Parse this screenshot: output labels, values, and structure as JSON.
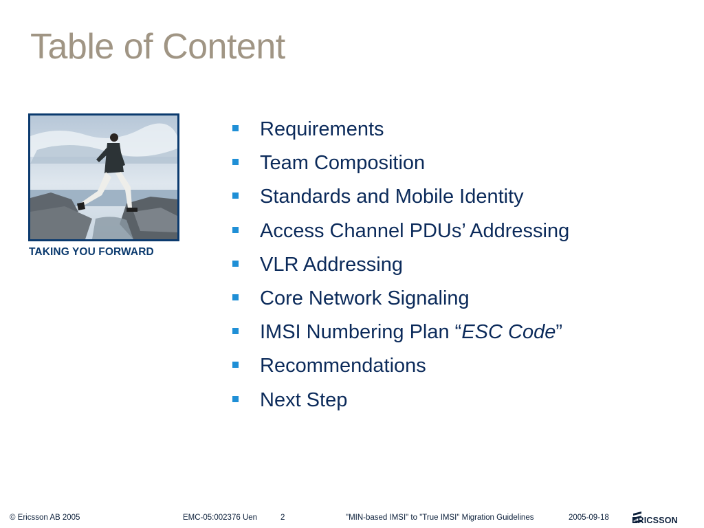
{
  "slide": {
    "title": "Table of Content",
    "tagline": "TAKING YOU FORWARD",
    "bullets": [
      "Requirements",
      "Team Composition",
      "Standards and Mobile Identity",
      "Access Channel PDUs’ Addressing",
      "VLR Addressing",
      "Core Network Signaling",
      {
        "prefix": "IMSI Numbering Plan “",
        "italic": "ESC Code",
        "suffix": "”"
      },
      "Recommendations",
      "Next Step"
    ]
  },
  "footer": {
    "copyright": "© Ericsson AB 2005",
    "doc_number": "EMC-05:002376 Uen",
    "page_number": "2",
    "doc_title": "\"MIN-based IMSI\" to \"True IMSI\" Migration Guidelines",
    "date": "2005-09-18",
    "logo_text": "ERICSSON"
  },
  "colors": {
    "title": "#a09584",
    "bullet_text": "#0b2a5a",
    "bullet_marker": "#1f8fd6",
    "frame": "#0b3a6e"
  },
  "icons": {
    "photo": "man-leaping-over-rocks-photo",
    "logo": "ericsson-logo"
  }
}
